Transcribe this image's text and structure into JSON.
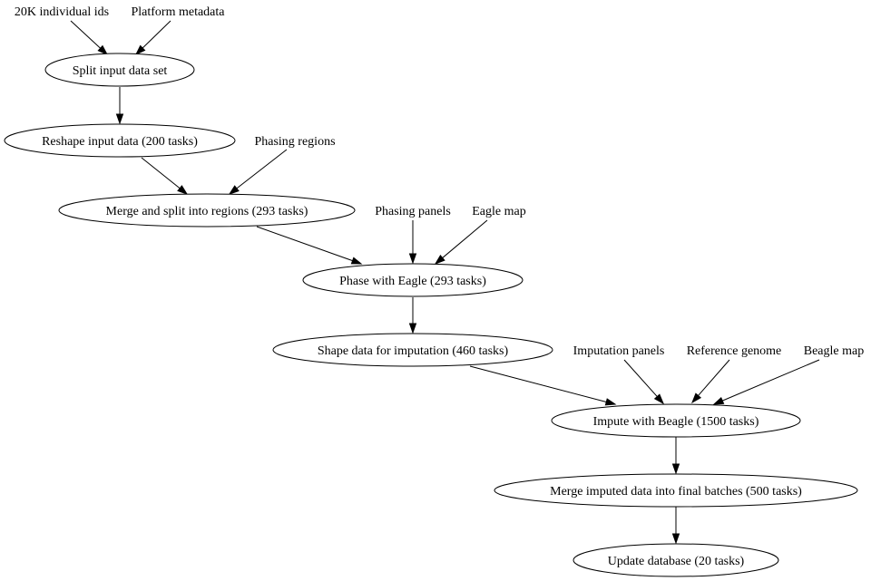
{
  "diagram": {
    "type": "directed-graph",
    "nodes": {
      "ids20k": {
        "label": "20K individual ids",
        "shape": "plaintext"
      },
      "platform": {
        "label": "Platform metadata",
        "shape": "plaintext"
      },
      "split": {
        "label": "Split input data set",
        "shape": "ellipse"
      },
      "reshape": {
        "label": "Reshape input data (200 tasks)",
        "shape": "ellipse"
      },
      "phasing_regions": {
        "label": "Phasing regions",
        "shape": "plaintext"
      },
      "merge_split": {
        "label": "Merge and split into regions (293 tasks)",
        "shape": "ellipse"
      },
      "phasing_panels": {
        "label": "Phasing panels",
        "shape": "plaintext"
      },
      "eagle_map": {
        "label": "Eagle map",
        "shape": "plaintext"
      },
      "phase_eagle": {
        "label": "Phase with Eagle (293 tasks)",
        "shape": "ellipse"
      },
      "shape_imputation": {
        "label": "Shape data for imputation (460 tasks)",
        "shape": "ellipse"
      },
      "imputation_panels": {
        "label": "Imputation panels",
        "shape": "plaintext"
      },
      "reference_genome": {
        "label": "Reference genome",
        "shape": "plaintext"
      },
      "beagle_map": {
        "label": "Beagle map",
        "shape": "plaintext"
      },
      "impute_beagle": {
        "label": "Impute with Beagle (1500 tasks)",
        "shape": "ellipse"
      },
      "merge_imputed": {
        "label": "Merge imputed data into final batches (500 tasks)",
        "shape": "ellipse"
      },
      "update_db": {
        "label": "Update database (20 tasks)",
        "shape": "ellipse"
      }
    },
    "edges": [
      {
        "from": "ids20k",
        "to": "split"
      },
      {
        "from": "platform",
        "to": "split"
      },
      {
        "from": "split",
        "to": "reshape"
      },
      {
        "from": "reshape",
        "to": "merge_split"
      },
      {
        "from": "phasing_regions",
        "to": "merge_split"
      },
      {
        "from": "merge_split",
        "to": "phase_eagle"
      },
      {
        "from": "phasing_panels",
        "to": "phase_eagle"
      },
      {
        "from": "eagle_map",
        "to": "phase_eagle"
      },
      {
        "from": "phase_eagle",
        "to": "shape_imputation"
      },
      {
        "from": "shape_imputation",
        "to": "impute_beagle"
      },
      {
        "from": "imputation_panels",
        "to": "impute_beagle"
      },
      {
        "from": "reference_genome",
        "to": "impute_beagle"
      },
      {
        "from": "beagle_map",
        "to": "impute_beagle"
      },
      {
        "from": "impute_beagle",
        "to": "merge_imputed"
      },
      {
        "from": "merge_imputed",
        "to": "update_db"
      }
    ]
  }
}
